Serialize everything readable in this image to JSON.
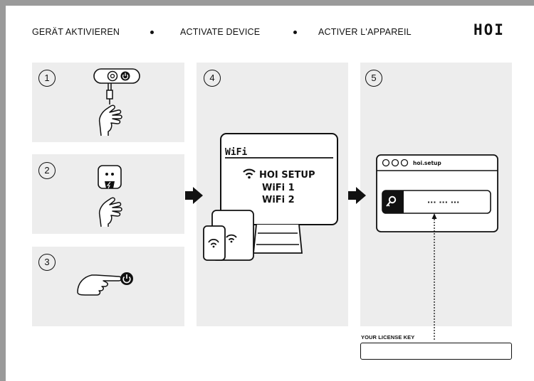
{
  "header": {
    "de": "GERÄT AKTIVIEREN",
    "en": "ACTIVATE DEVICE",
    "fr": "ACTIVER L'APPAREIL",
    "logo": "HOI"
  },
  "steps": [
    {
      "number": "1",
      "icon": "power-switch-plug-icon"
    },
    {
      "number": "2",
      "icon": "wall-socket-plug-icon"
    },
    {
      "number": "3",
      "icon": "press-power-button-icon"
    },
    {
      "number": "4",
      "icon": "monitor-wifi-icon"
    },
    {
      "number": "5",
      "icon": "browser-license-icon"
    }
  ],
  "monitor": {
    "heading": "WiFi",
    "networks": [
      "HOI SETUP",
      "WiFi 1",
      "WiFi 2"
    ]
  },
  "browser": {
    "url": "hoi.setup",
    "password_mask": "··· ··· ···"
  },
  "license": {
    "label": "YOUR LICENSE KEY",
    "value": ""
  }
}
